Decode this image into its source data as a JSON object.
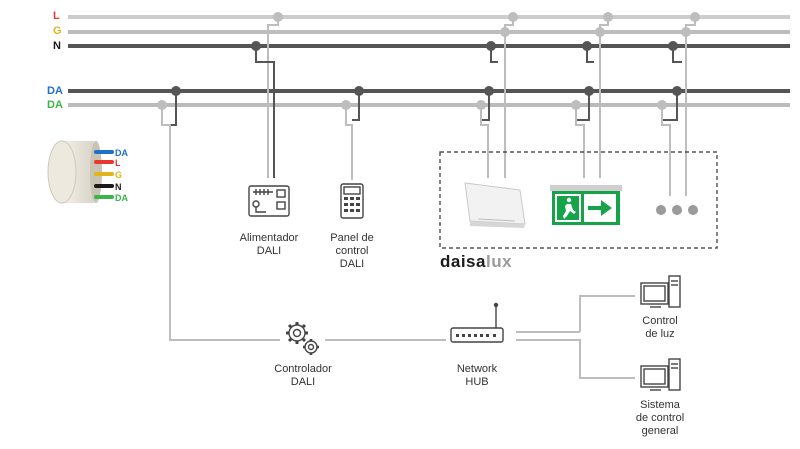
{
  "wires": {
    "L": {
      "label": "L",
      "color": "#e8382f"
    },
    "G": {
      "label": "G",
      "color": "#e0b41c"
    },
    "N": {
      "label": "N",
      "color": "#1a1a1a"
    },
    "DA1": {
      "label": "DA",
      "color": "#1e6fc8"
    },
    "DA2": {
      "label": "DA",
      "color": "#39b54a"
    }
  },
  "cable": {
    "labels": [
      {
        "text": "DA",
        "color": "#1e6fc8"
      },
      {
        "text": "L",
        "color": "#e8382f"
      },
      {
        "text": "G",
        "color": "#e0b41c"
      },
      {
        "text": "N",
        "color": "#1a1a1a"
      },
      {
        "text": "DA",
        "color": "#39b54a"
      }
    ]
  },
  "devices": {
    "power_supply": {
      "label": "Alimentador\nDALI",
      "icon": "power-supply-icon"
    },
    "control_panel": {
      "label": "Panel de\ncontrol\nDALI",
      "icon": "keypad-icon"
    },
    "controller": {
      "label": "Controlador\nDALI",
      "icon": "gears-icon"
    },
    "hub": {
      "label": "Network\nHUB",
      "icon": "router-icon"
    },
    "light_control": {
      "label": "Control\nde luz",
      "icon": "computer-icon"
    },
    "general_control": {
      "label": "Sistema\nde control\ngeneral",
      "icon": "computer-icon"
    }
  },
  "luminaires": {
    "brand_main": "daisa",
    "brand_accent": "lux",
    "exit_sign_color": "#16a34a"
  }
}
